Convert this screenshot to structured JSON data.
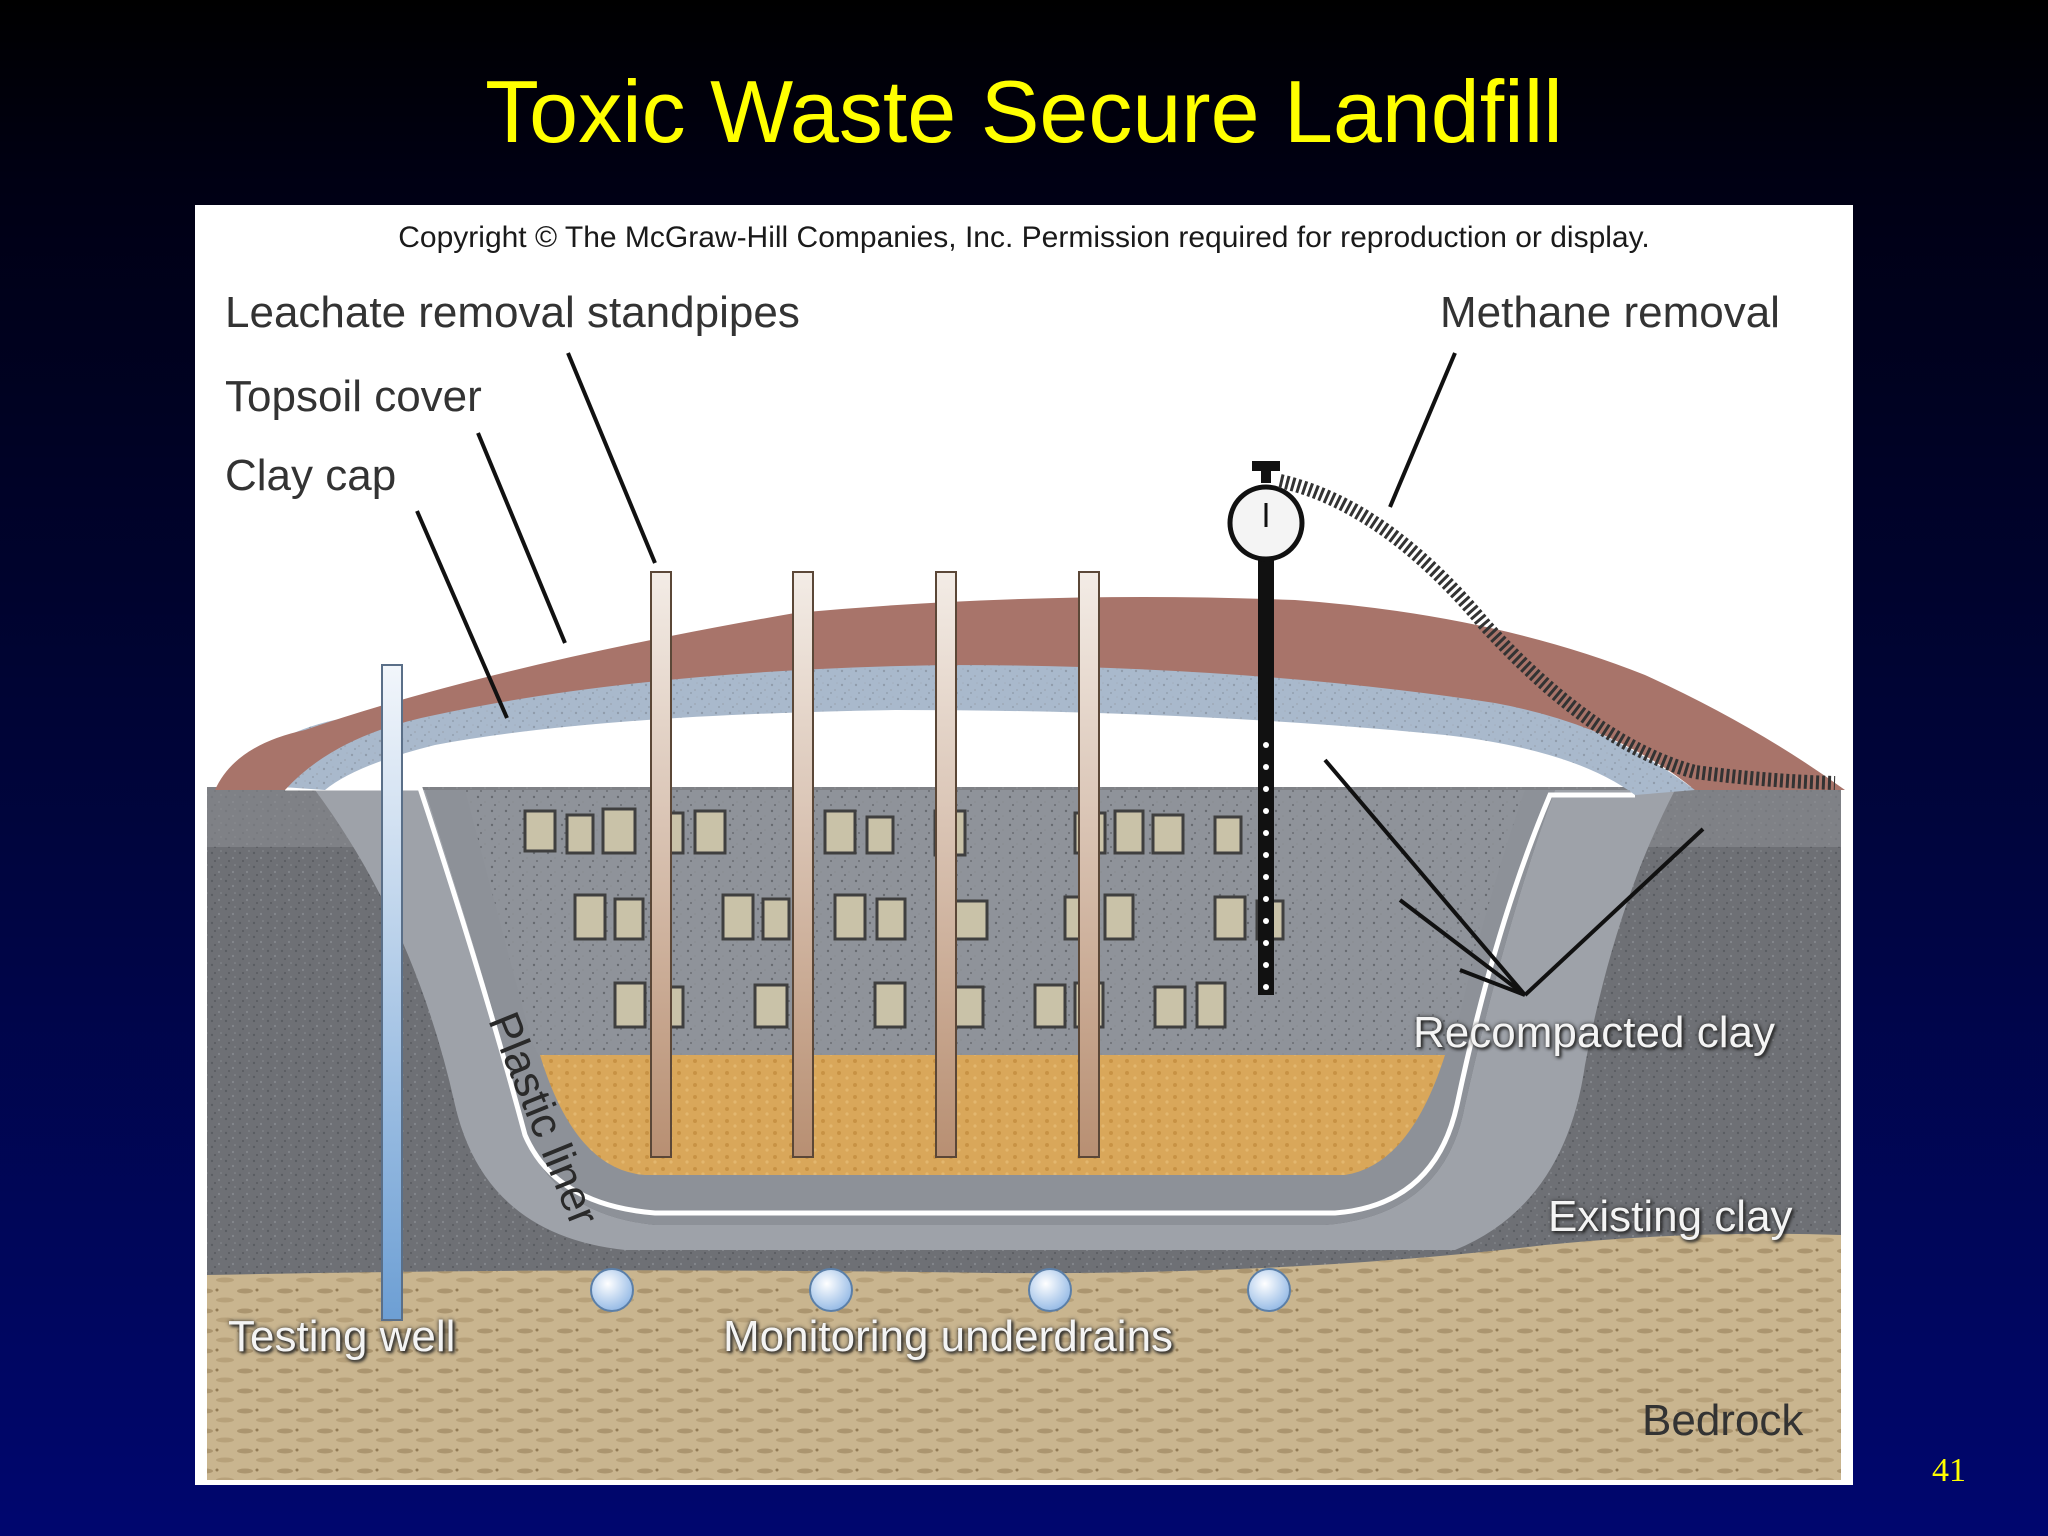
{
  "slide": {
    "title": "Toxic Waste Secure Landfill",
    "page_number": "41"
  },
  "figure": {
    "copyright": "Copyright © The McGraw-Hill Companies, Inc. Permission required for reproduction or display.",
    "labels": {
      "leachate_removal_standpipes": "Leachate removal standpipes",
      "topsoil_cover": "Topsoil cover",
      "clay_cap": "Clay cap",
      "methane_removal": "Methane removal",
      "plastic_liner": "Plastic liner",
      "recompacted_clay": "Recompacted clay",
      "existing_clay": "Existing clay",
      "testing_well": "Testing well",
      "monitoring_underdrains": "Monitoring underdrains",
      "bedrock": "Bedrock"
    },
    "standpipe_count": 4,
    "underdrain_count": 4
  },
  "colors": {
    "title": "#ffff00",
    "topsoil": "#a8746a",
    "clay_cap": "#a9b9cc",
    "existing_clay": "#6e7075",
    "recompacted_clay": "#9ea2a9",
    "leachate_gravel": "#d9a75a",
    "bedrock": "#c9b58f",
    "plastic_liner": "#ffffff",
    "testing_well": "#8fb4dc"
  }
}
